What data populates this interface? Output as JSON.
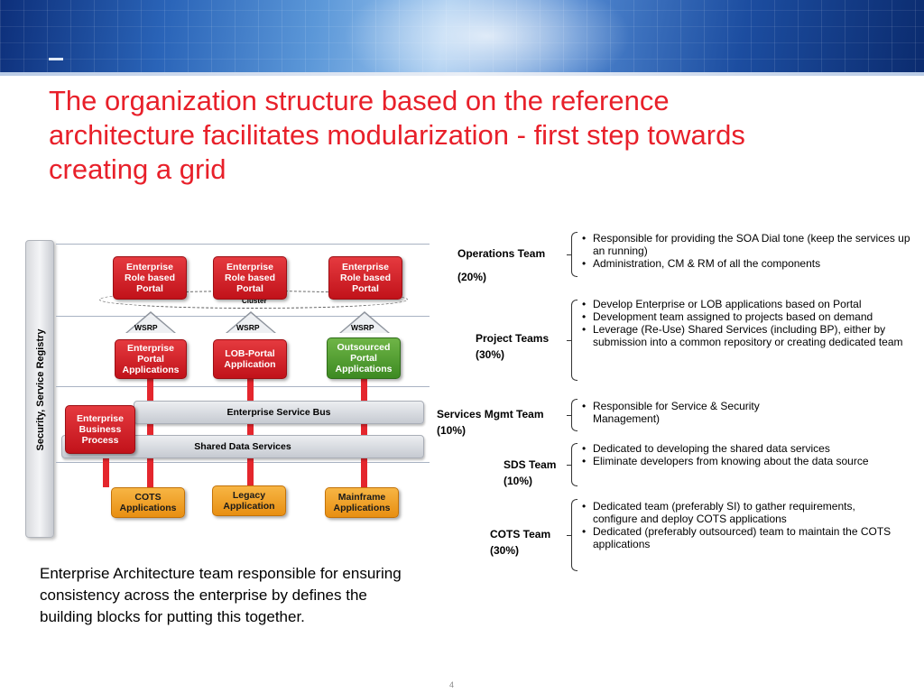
{
  "slide": {
    "title": "The organization structure based on the reference architecture facilitates modularization - first step towards creating a grid",
    "page_number": "4",
    "ea_statement": "Enterprise Architecture team responsible for ensuring consistency across the enterprise by defines the building blocks for putting this together."
  },
  "diagram": {
    "registry_label": "Security, Service Registry",
    "cluster_label": "Cluster",
    "wsrp_label": "WSRP",
    "portals": [
      "Enterprise\nRole based\nPortal",
      "Enterprise\nRole based\nPortal",
      "Enterprise\nRole based\nPortal"
    ],
    "apps": [
      "Enterprise\nPortal\nApplications",
      "LOB-Portal\nApplication",
      "Outsourced\nPortal\nApplications"
    ],
    "business_process": "Enterprise\nBusiness\nProcess",
    "service_bus": "Enterprise Service Bus",
    "data_services": "Shared Data Services",
    "backends": [
      "COTS\nApplications",
      "Legacy\nApplication",
      "Mainframe\nApplications"
    ],
    "colors": {
      "red": "#d4202a",
      "green": "#52a035",
      "orange": "#f29b1f",
      "bus": "#d6d9de"
    }
  },
  "teams": [
    {
      "name": "Operations Team",
      "pct": "(20%)",
      "bullets": [
        "Responsible for providing the SOA Dial tone (keep the services up an running)",
        "Administration, CM & RM of all the components"
      ]
    },
    {
      "name": "Project Teams",
      "pct": "(30%)",
      "bullets": [
        "Develop Enterprise or LOB applications based on Portal",
        "Development team assigned to projects based on demand",
        "Leverage (Re-Use) Shared Services (including BP), either by submission into a common repository or creating dedicated team"
      ]
    },
    {
      "name": "Services Mgmt Team",
      "pct": "(10%)",
      "bullets": [
        "Responsible for Service & Security Management)"
      ]
    },
    {
      "name": "SDS Team",
      "pct": "(10%)",
      "bullets": [
        "Dedicated to developing the shared data services",
        "Eliminate developers from knowing about the data source"
      ]
    },
    {
      "name": "COTS Team",
      "pct": "(30%)",
      "bullets": [
        "Dedicated team (preferably SI) to gather requirements, configure and deploy COTS applications",
        "Dedicated (preferably outsourced) team to maintain the COTS applications"
      ]
    }
  ]
}
